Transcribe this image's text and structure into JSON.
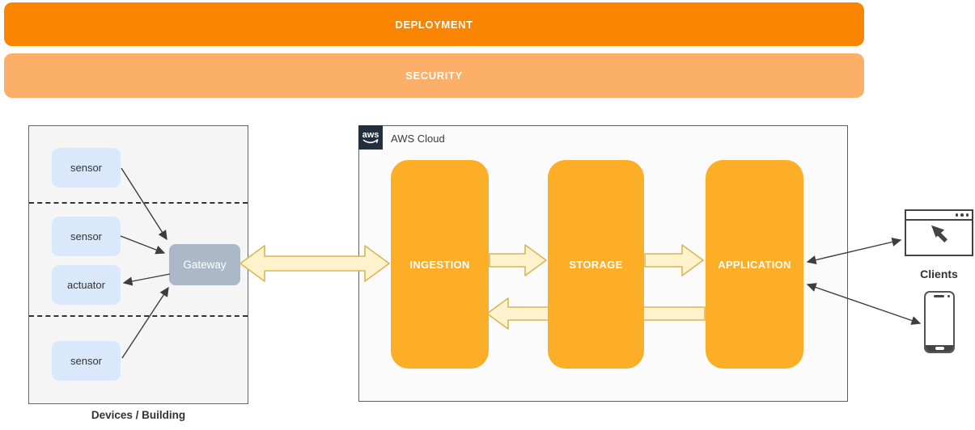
{
  "banners": {
    "deployment": "DEPLOYMENT",
    "security": "SECURITY"
  },
  "devices": {
    "title": "Devices / Building",
    "nodes": [
      {
        "label": "sensor"
      },
      {
        "label": "sensor"
      },
      {
        "label": "actuator"
      },
      {
        "label": "sensor"
      }
    ],
    "gateway_label": "Gateway"
  },
  "aws": {
    "logo_text": "aws",
    "label": "AWS Cloud",
    "stages": [
      {
        "label": "INGESTION"
      },
      {
        "label": "STORAGE"
      },
      {
        "label": "APPLICATION"
      }
    ]
  },
  "clients": {
    "label": "Clients"
  },
  "edges": [
    {
      "from": "sensor-1",
      "to": "gateway",
      "direction": "one-way"
    },
    {
      "from": "sensor-2",
      "to": "gateway",
      "direction": "one-way"
    },
    {
      "from": "gateway",
      "to": "actuator",
      "direction": "one-way"
    },
    {
      "from": "sensor-3",
      "to": "gateway",
      "direction": "one-way"
    },
    {
      "from": "gateway",
      "to": "ingestion",
      "direction": "two-way",
      "style": "block-arrow"
    },
    {
      "from": "ingestion",
      "to": "storage",
      "direction": "one-way",
      "style": "block-arrow"
    },
    {
      "from": "storage",
      "to": "application",
      "direction": "one-way",
      "style": "block-arrow"
    },
    {
      "from": "application",
      "to": "ingestion",
      "direction": "one-way",
      "style": "block-arrow"
    },
    {
      "from": "application",
      "to": "browser-client",
      "direction": "two-way"
    },
    {
      "from": "application",
      "to": "mobile-client",
      "direction": "two-way"
    }
  ],
  "icons": {
    "aws_logo": "aws-logo-icon",
    "browser": "browser-window-icon",
    "cursor": "cursor-arrow-icon",
    "phone": "smartphone-icon"
  },
  "colors": {
    "deployment_banner": "#f98500",
    "security_banner": "#fcaf68",
    "stage_pill": "#fbae26",
    "block_arrow_fill": "#fff2cc",
    "block_arrow_border": "#d6b656",
    "device_node": "#dae8fc",
    "gateway_node": "#abb8c8",
    "aws_logo_bg": "#232f3e",
    "connector_line": "#3d3d3d"
  }
}
